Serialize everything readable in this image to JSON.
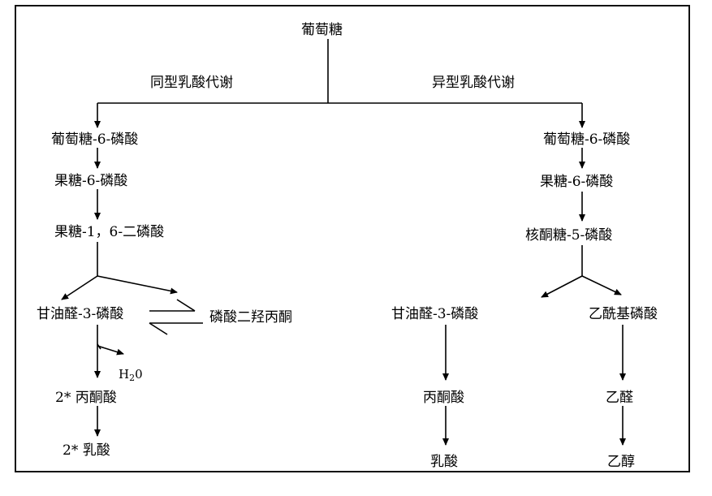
{
  "root": "葡萄糖",
  "homolactic": {
    "title": "同型乳酸代谢",
    "g6p": "葡萄糖-6-磷酸",
    "f6p": "果糖-6-磷酸",
    "fbp": "果糖-1，6-二磷酸",
    "g3p": "甘油醛-3-磷酸",
    "dhap": "磷酸二羟丙酮",
    "water_main": "H",
    "water_sub": "2",
    "water_end": "0",
    "pyruvate": "2* 丙酮酸",
    "lactate": "2* 乳酸"
  },
  "heterolactic": {
    "title": "异型乳酸代谢",
    "g6p": "葡萄糖-6-磷酸",
    "f6p": "果糖-6-磷酸",
    "r5p": "核酮糖-5-磷酸",
    "g3p": "甘油醛-3-磷酸",
    "acetylp": "乙酰基磷酸",
    "pyruvate": "丙酮酸",
    "lactate": "乳酸",
    "acetaldehyde": "乙醛",
    "ethanol": "乙醇"
  }
}
